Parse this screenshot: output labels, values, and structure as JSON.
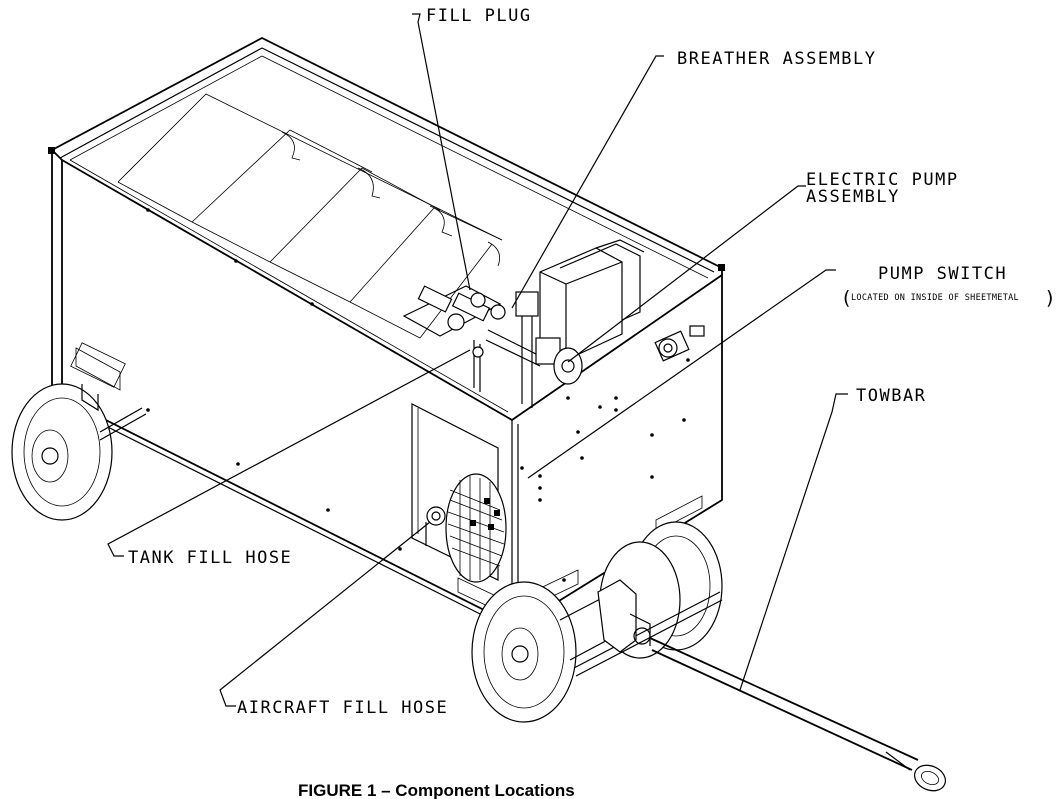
{
  "labels": {
    "fill_plug": "FILL PLUG",
    "breather_assembly": "BREATHER ASSEMBLY",
    "electric_pump_line1": "ELECTRIC PUMP",
    "electric_pump_line2": "ASSEMBLY",
    "pump_switch": "PUMP SWITCH",
    "pump_switch_note": "LOCATED ON INSIDE OF SHEETMETAL",
    "towbar": "TOWBAR",
    "tank_fill_hose": "TANK FILL HOSE",
    "aircraft_fill_hose": "AIRCRAFT FILL HOSE"
  },
  "caption": "FIGURE 1 – Component Locations"
}
